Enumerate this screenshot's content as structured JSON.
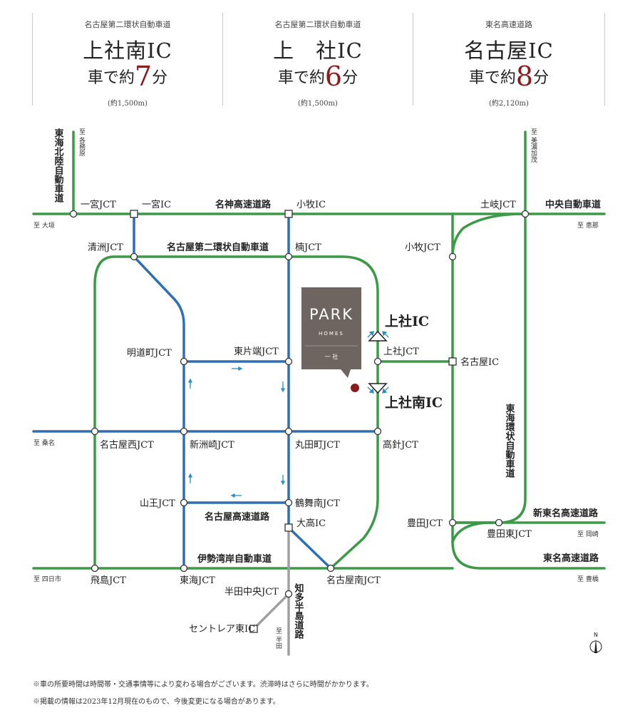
{
  "ic_access": [
    {
      "road": "名古屋第二環状自動車道",
      "ic": "上社南IC",
      "time_prefix": "車で約",
      "minutes": "7",
      "time_suffix": "分",
      "distance": "(約1,500m)"
    },
    {
      "road": "名古屋第二環状自動車道",
      "ic": "上　社IC",
      "time_prefix": "車で約",
      "minutes": "6",
      "time_suffix": "分",
      "distance": "(約1,500m)"
    },
    {
      "road": "東名高速道路",
      "ic": "名古屋IC",
      "time_prefix": "車で約",
      "minutes": "8",
      "time_suffix": "分",
      "distance": "(約2,120m)"
    }
  ],
  "map": {
    "colors": {
      "green": "#3b9a46",
      "blue": "#2e6fb5",
      "gray": "#a0a0a0",
      "accent_red": "#8c1c1c",
      "logo_bg": "#6f6560",
      "arrow": "#2a8fc0"
    },
    "property": {
      "logo_main": "PARK",
      "logo_sub": "HOMES",
      "area": "一 社"
    },
    "roads": {
      "meishin": "名神高速道路",
      "nagoya2kanjo": "名古屋第二環状自動車道",
      "chuo": "中央自動車道",
      "tokai_hokuriku": "東海北陸自動車道",
      "tokai_kanjo": "東海環状自動車道",
      "shin_tomei": "新東名高速道路",
      "tomei": "東名高速道路",
      "nagoya_kosoku": "名古屋高速道路",
      "isewangan": "伊勢湾岸自動車道",
      "chita_hanto": "知多半島道路"
    },
    "highlight_ics": {
      "kamiyashiro": "上社IC",
      "kamiyashiro_minami": "上社南IC"
    },
    "nodes": {
      "ichinomiya_jct": "一宮JCT",
      "ichinomiya_ic": "一宮IC",
      "komaki_ic": "小牧IC",
      "toki_jct": "土岐JCT",
      "kiyosu_jct": "清洲JCT",
      "kusunoki_jct": "楠JCT",
      "komaki_jct": "小牧JCT",
      "meidocho_jct": "明道町JCT",
      "higashikatahata_jct": "東片端JCT",
      "kamiyashiro_jct": "上社JCT",
      "nagoya_ic": "名古屋IC",
      "nagoyanishi_jct": "名古屋西JCT",
      "shinsuzaki_jct": "新洲崎JCT",
      "marutamachi_jct": "丸田町JCT",
      "takabari_jct": "高針JCT",
      "sanno_jct": "山王JCT",
      "tsurumaiminami_jct": "鶴舞南JCT",
      "odaka_ic": "大高IC",
      "toyota_jct": "豊田JCT",
      "toyotahigashi_jct": "豊田東JCT",
      "tobishima_jct": "飛島JCT",
      "tokai_jct": "東海JCT",
      "nagoyaminami_jct": "名古屋南JCT",
      "handachuo_jct": "半田中央JCT",
      "centrair_higashi_ic": "セントレア東IC"
    },
    "directions": {
      "to_kakamigahara": "至 各務原",
      "to_ogaki": "至 大垣",
      "to_mino_kamo": "至 美濃加茂",
      "to_ena": "至 恵那",
      "to_kuwana": "至 桑名",
      "to_okazaki": "至 岡崎",
      "to_yokkaichi": "至 四日市",
      "to_toyohashi": "至 豊橋",
      "to_handa": "至 半田"
    },
    "north": "N"
  },
  "notes": [
    "※車の所要時間は時間帯・交通事情等により変わる場合がございます。渋滞時はさらに時間がかかります。",
    "※掲載の情報は2023年12月現在のもので、今後変更になる場合があります。"
  ]
}
